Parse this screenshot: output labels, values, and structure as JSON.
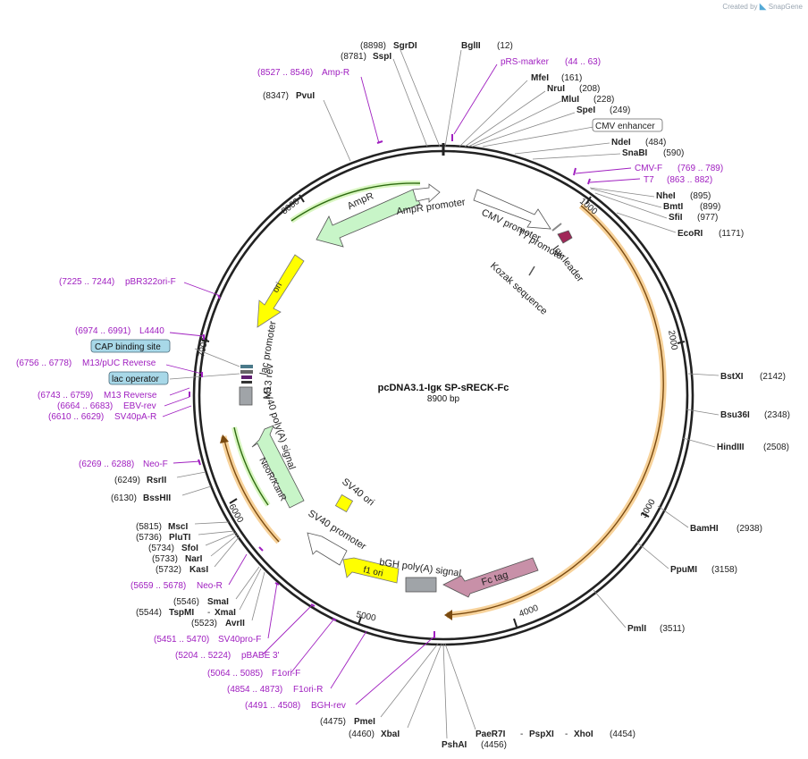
{
  "header": {
    "created_by": "Created by",
    "brand": "SnapGene"
  },
  "plasmid": {
    "name": "pcDNA3.1-Igκ SP-sRECK-Fc",
    "size_label": "8900 bp",
    "length_bp": 8900
  },
  "ticks": [
    {
      "label": "1000",
      "bp": 1000
    },
    {
      "label": "2000",
      "bp": 2000
    },
    {
      "label": "3000",
      "bp": 3000
    },
    {
      "label": "4000",
      "bp": 4000
    },
    {
      "label": "5000",
      "bp": 5000
    },
    {
      "label": "6000",
      "bp": 6000
    },
    {
      "label": "7000",
      "bp": 7000
    },
    {
      "label": "8000",
      "bp": 8000
    }
  ],
  "enzymes": [
    {
      "name": "SgrDI",
      "pos": "(8898)",
      "bp": 8898
    },
    {
      "name": "BglII",
      "pos": "(12)",
      "bp": 12
    },
    {
      "name": "SspI",
      "pos": "(8781)",
      "bp": 8781
    },
    {
      "name": "PvuI",
      "pos": "(8347)",
      "bp": 8347
    },
    {
      "name": "MfeI",
      "pos": "(161)",
      "bp": 161
    },
    {
      "name": "NruI",
      "pos": "(208)",
      "bp": 208
    },
    {
      "name": "MluI",
      "pos": "(228)",
      "bp": 228
    },
    {
      "name": "SpeI",
      "pos": "(249)",
      "bp": 249
    },
    {
      "name": "NdeI",
      "pos": "(484)",
      "bp": 484
    },
    {
      "name": "SnaBI",
      "pos": "(590)",
      "bp": 590
    },
    {
      "name": "NheI",
      "pos": "(895)",
      "bp": 895
    },
    {
      "name": "BmtI",
      "pos": "(899)",
      "bp": 899
    },
    {
      "name": "SfiI",
      "pos": "(977)",
      "bp": 977
    },
    {
      "name": "EcoRI",
      "pos": "(1171)",
      "bp": 1171
    },
    {
      "name": "BstXI",
      "pos": "(2142)",
      "bp": 2142
    },
    {
      "name": "Bsu36I",
      "pos": "(2348)",
      "bp": 2348
    },
    {
      "name": "HindIII",
      "pos": "(2508)",
      "bp": 2508
    },
    {
      "name": "BamHI",
      "pos": "(2938)",
      "bp": 2938
    },
    {
      "name": "PpuMI",
      "pos": "(3158)",
      "bp": 3158
    },
    {
      "name": "PmlI",
      "pos": "(3511)",
      "bp": 3511
    },
    {
      "name": "PaeR7I",
      "pos": "",
      "bp": 4454
    },
    {
      "name": "PspXI",
      "pos": "",
      "bp": 4454
    },
    {
      "name": "XhoI",
      "pos": "(4454)",
      "bp": 4454
    },
    {
      "name": "PshAI",
      "pos": "(4456)",
      "bp": 4456
    },
    {
      "name": "XbaI",
      "pos": "(4460)",
      "bp": 4460
    },
    {
      "name": "PmeI",
      "pos": "(4475)",
      "bp": 4475
    },
    {
      "name": "AvrII",
      "pos": "(5523)",
      "bp": 5523
    },
    {
      "name": "TspMI",
      "pos": "(5544)",
      "bp": 5544
    },
    {
      "name": "XmaI",
      "pos": "",
      "bp": 5544
    },
    {
      "name": "SmaI",
      "pos": "(5546)",
      "bp": 5546
    },
    {
      "name": "KasI",
      "pos": "(5732)",
      "bp": 5732
    },
    {
      "name": "NarI",
      "pos": "(5733)",
      "bp": 5733
    },
    {
      "name": "SfoI",
      "pos": "(5734)",
      "bp": 5734
    },
    {
      "name": "PluTI",
      "pos": "(5736)",
      "bp": 5736
    },
    {
      "name": "MscI",
      "pos": "(5815)",
      "bp": 5815
    },
    {
      "name": "BssHII",
      "pos": "(6130)",
      "bp": 6130
    },
    {
      "name": "RsrII",
      "pos": "(6249)",
      "bp": 6249
    }
  ],
  "primers": [
    {
      "name": "pRS-marker",
      "pos": "(44 .. 63)",
      "bp": 53
    },
    {
      "name": "Amp-R",
      "pos": "(8527 .. 8546)",
      "bp": 8536
    },
    {
      "name": "CMV-F",
      "pos": "(769 .. 789)",
      "bp": 779
    },
    {
      "name": "T7",
      "pos": "(863 .. 882)",
      "bp": 872
    },
    {
      "name": "pBR322ori-F",
      "pos": "(7225 .. 7244)",
      "bp": 7234
    },
    {
      "name": "L4440",
      "pos": "(6974 .. 6991)",
      "bp": 6982
    },
    {
      "name": "M13/pUC Reverse",
      "pos": "(6756 .. 6778)",
      "bp": 6767
    },
    {
      "name": "M13 Reverse",
      "pos": "(6743 .. 6759)",
      "bp": 6751
    },
    {
      "name": "EBV-rev",
      "pos": "(6664 .. 6683)",
      "bp": 6673
    },
    {
      "name": "SV40pA-R",
      "pos": "(6610 .. 6629)",
      "bp": 6619
    },
    {
      "name": "Neo-F",
      "pos": "(6269 .. 6288)",
      "bp": 6278
    },
    {
      "name": "Neo-R",
      "pos": "(5659 .. 5678)",
      "bp": 5668
    },
    {
      "name": "SV40pro-F",
      "pos": "(5451 .. 5470)",
      "bp": 5460
    },
    {
      "name": "pBABE 3'",
      "pos": "(5204 .. 5224)",
      "bp": 5214
    },
    {
      "name": "F1ori-F",
      "pos": "(5064 .. 5085)",
      "bp": 5074
    },
    {
      "name": "F1ori-R",
      "pos": "(4854 .. 4873)",
      "bp": 4863
    },
    {
      "name": "BGH-rev",
      "pos": "(4491 .. 4508)",
      "bp": 4499
    }
  ],
  "boxed_features": [
    {
      "name": "CMV enhancer"
    },
    {
      "name": "CAP binding site"
    },
    {
      "name": "lac operator"
    }
  ],
  "features": {
    "cmv_promoter": "CMV promoter",
    "t7_promoter": "T7 promoter",
    "igk_leader": "Igκ leader",
    "kozak": "Kozak sequence",
    "ampr": "AmpR",
    "ampr_promoter": "AmpR promoter",
    "ori": "ori",
    "lac_promoter": "lac promoter",
    "m13_rev": "M13 rev",
    "sv40_polya": "SV40 poly(A) signal",
    "neor": "NeoR/KanR",
    "sv40_ori": "SV40 ori",
    "sv40_promoter": "SV40 promoter",
    "f1_ori": "f1 ori",
    "bgh_polya": "bGH poly(A) signal",
    "fc_tag": "Fc tag"
  },
  "colors": {
    "backbone": "#222222",
    "primer": "#a020c0",
    "insert_orange": "#f0a030",
    "ampr_fill": "#c8f5c8",
    "ori_fill": "#ffff00",
    "fc_fill": "#c890a8",
    "igk_fill": "#a02858",
    "cap_fill": "#a8d8e8",
    "promoter_fill": "#ffffff",
    "polya_fill": "#a0a4a8"
  }
}
